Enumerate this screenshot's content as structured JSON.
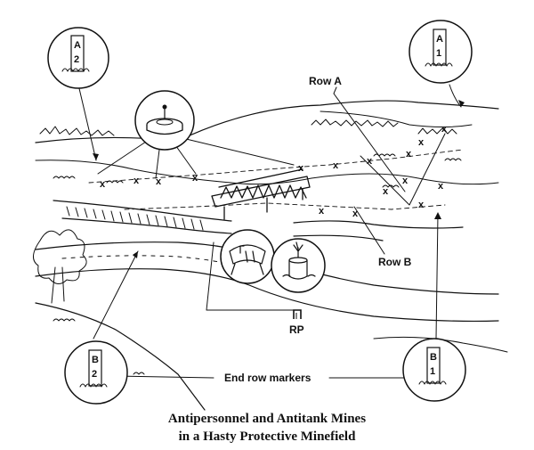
{
  "labels": {
    "row_a": "Row A",
    "row_b": "Row B",
    "rp": "RP",
    "end_row_markers": "End row markers"
  },
  "markers": {
    "a2": {
      "letter": "A",
      "number": "2"
    },
    "a1": {
      "letter": "A",
      "number": "1"
    },
    "b2": {
      "letter": "B",
      "number": "2"
    },
    "b1": {
      "letter": "B",
      "number": "1"
    }
  },
  "caption": {
    "line1": "Antipersonnel and Antitank Mines",
    "line2": "in a Hasty Protective Minefield"
  },
  "mine_symbol": "x",
  "colors": {
    "ink": "#111111",
    "background": "#ffffff"
  }
}
